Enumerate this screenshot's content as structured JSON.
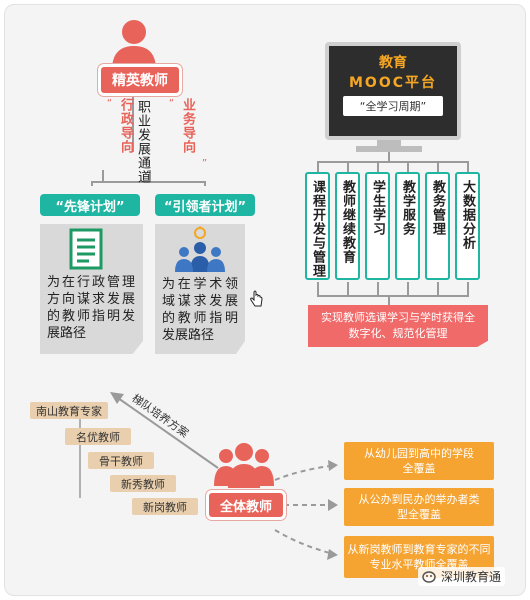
{
  "elite_teacher": "精英教师",
  "career_channel": "职业发展通道",
  "admin_guide": "行政导向",
  "business_guide": "业务导向",
  "vanguard": {
    "label": "“先锋计划”",
    "text": "为在行政管理方向谋求发展的教师指明发展路径"
  },
  "leader": {
    "label": "“引领者计划”",
    "text": "为在学术领域谋求发展的教师指明发展路径"
  },
  "platform": {
    "title_line1": "教育",
    "title_line2": "MOOC平台",
    "subtitle": "“全学习周期”"
  },
  "services": [
    "课程开发与管理",
    "教师继续教育",
    "学生学习",
    "教学服务",
    "教务管理",
    "大数据分析"
  ],
  "platform_goal": "实现教师选课学习与学时获得全数字化、规范化管理",
  "ladder_label": "梯队培养方案",
  "levels": [
    "南山教育专家",
    "名优教师",
    "骨干教师",
    "新秀教师",
    "新岗教师"
  ],
  "all_teachers": "全体教师",
  "coverage": [
    "从幼儿园到高中的学段全覆盖",
    "从公办到民办的举办者类型全覆盖",
    "从新岗教师到教育专家的不同专业水平教师全覆盖"
  ],
  "watermark": "深圳教育通",
  "colors": {
    "red": "#e8635a",
    "teal": "#1fb5a3",
    "orange": "#f5a331",
    "tan": "#e9cfad",
    "gray": "#d9d9d9"
  }
}
